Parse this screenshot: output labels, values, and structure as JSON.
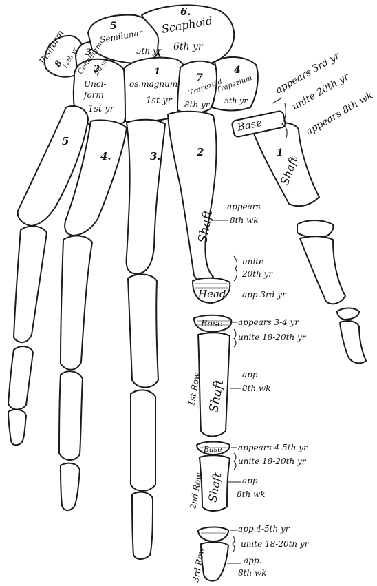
{
  "carpals": {
    "pisiform": {
      "name": "Pisiform",
      "num": "8",
      "time": "12th yr"
    },
    "cuneiform": {
      "num": "3",
      "name": "Cuneiform",
      "time": "3rd yr"
    },
    "unciform": {
      "num": "2",
      "name1": "Unci-",
      "name2": "form",
      "time": "1st yr"
    },
    "semilunar": {
      "num": "5",
      "name": "Semilunar",
      "time": "5th yr"
    },
    "scaphoid": {
      "num": "6.",
      "name": "Scaphoid",
      "time": "6th yr"
    },
    "os_magnum": {
      "num": "1",
      "name": "os.magnum",
      "time": "1st yr"
    },
    "trapezoid": {
      "num": "7",
      "name": "Trapezoid",
      "time": "8th yr"
    },
    "trapezium": {
      "num": "4",
      "name": "Trapezium",
      "time": "5th yr"
    }
  },
  "metacarpal_numbers": [
    "5",
    "4.",
    "3.",
    "2"
  ],
  "thumb": {
    "base": "Base",
    "shaft": "Shaft",
    "num": "1",
    "appears": "appears 3rd yr",
    "unite": "unite 20th yr",
    "appears_shaft": "appears 8th wk"
  },
  "second_metacarpal": {
    "shaft": "Shaft",
    "head": "Head",
    "appears": "appears",
    "appears_time": "8th wk",
    "unite": "unite",
    "unite_time": "20th yr",
    "head_app": "app.3rd yr"
  },
  "phalanx_1": {
    "row": "1st Row",
    "base": "Base",
    "shaft": "Shaft",
    "appears": "appears 3-4 yr",
    "unite": "unite 18-20th yr",
    "app": "app.",
    "app_time": "8th wk"
  },
  "phalanx_2": {
    "row": "2nd Row",
    "base": "Base",
    "shaft": "Shaft",
    "appears": "appears 4-5th yr",
    "unite": "unite 18-20th yr",
    "app": "app.",
    "app_time": "8th wk"
  },
  "phalanx_3": {
    "row": "3rd Row",
    "appears": "app.4-5th yr",
    "unite": "unite 18-20th yr",
    "app": "app.",
    "app_time": "8th wk"
  }
}
